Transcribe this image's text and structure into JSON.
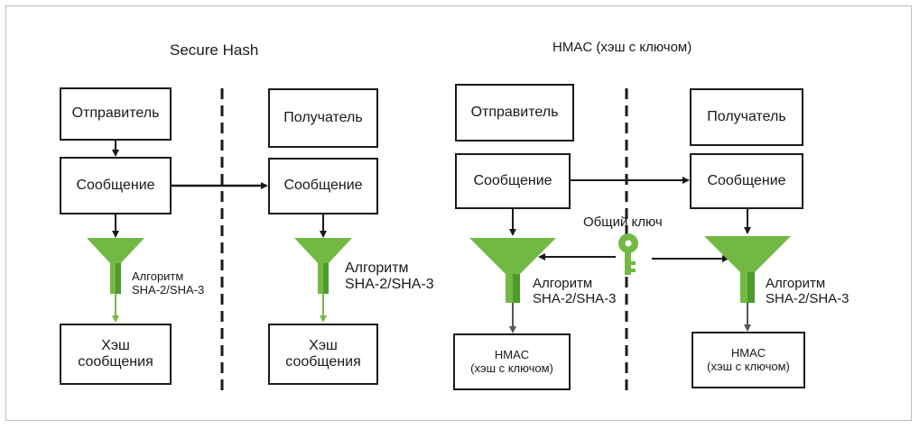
{
  "left_section": {
    "title": "Secure Hash",
    "sender": "Отправитель",
    "receiver": "Получатель",
    "message_sender": "Сообщение",
    "message_receiver": "Сообщение",
    "algorithm_sender": "Алгоритм\nSHA-2/SHA-3",
    "algorithm_receiver": "Алгоритм\nSHA-2/SHA-3",
    "hash_sender": "Хэш\nсообщения",
    "hash_receiver": "Хэш\nсообщения"
  },
  "right_section": {
    "title": "HMAC (хэш с ключом)",
    "sender": "Отправитель",
    "receiver": "Получатель",
    "message_sender": "Сообщение",
    "message_receiver": "Сообщение",
    "shared_key": "Общий ключ",
    "algorithm_sender": "Алгоритм\nSHA-2/SHA-3",
    "algorithm_receiver": "Алгоритм\nSHA-2/SHA-3",
    "hmac_sender": "HMAC\n(хэш с ключом)",
    "hmac_receiver": "HMAC\n(хэш с ключом)"
  },
  "colors": {
    "funnel": "#72b944",
    "funnel_dark": "#4e9a2e",
    "line": "#1a1a1a",
    "key": "#72b944"
  }
}
